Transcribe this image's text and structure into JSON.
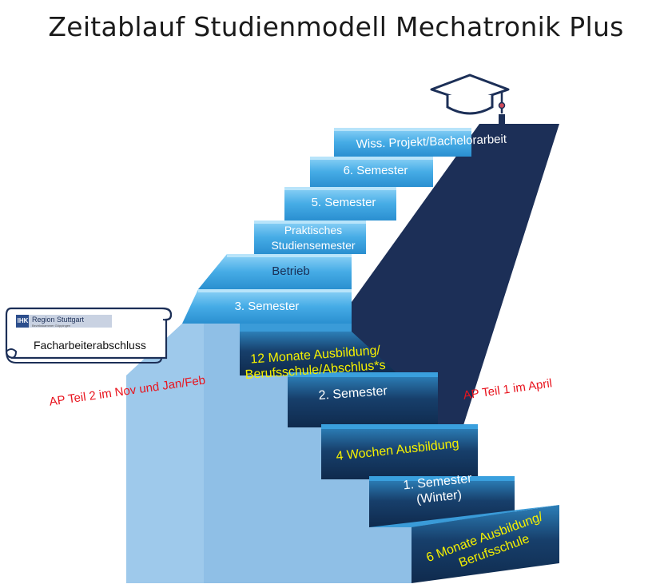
{
  "title": "Zeitablauf Studienmodell Mechatronik Plus",
  "colors": {
    "light_step": "#4fb3e8",
    "dark_step": "#14375f",
    "wall": "#8fc0e6",
    "dark_wall": "#1b2f55",
    "yellow_text": "#f5f000",
    "red_text": "#e8141e"
  },
  "steps": {
    "s1": [
      "6 Monate Ausbildung/",
      "Berufsschule"
    ],
    "s2": [
      "1. Semester",
      "(Winter)"
    ],
    "s3": [
      "4 Wochen Ausbildung"
    ],
    "s4": [
      "2. Semester"
    ],
    "s5": [
      "12 Monate Ausbildung/",
      "Berufsschule/Abschlus*s"
    ],
    "s6": [
      "3. Semester"
    ],
    "s7": [
      "Betrieb"
    ],
    "s8": [
      "Praktisches",
      "Studiensemester"
    ],
    "s9": [
      "5. Semester"
    ],
    "s10": [
      "6. Semester"
    ],
    "s11": [
      "Wiss. Projekt/Bachelorarbeit"
    ]
  },
  "annotations": {
    "ap_teil_1": "AP Teil 1 im April",
    "ap_teil_2": "AP Teil 2 im Nov und Jan/Feb"
  },
  "certificate": {
    "logo_box": "IHK",
    "logo_text": "Region Stuttgart",
    "logo_subtext": "Bezirkskammer Göppingen",
    "label": "Facharbeiterabschluss"
  },
  "icons": [
    "graduation-cap-icon",
    "scroll-certificate-icon"
  ]
}
